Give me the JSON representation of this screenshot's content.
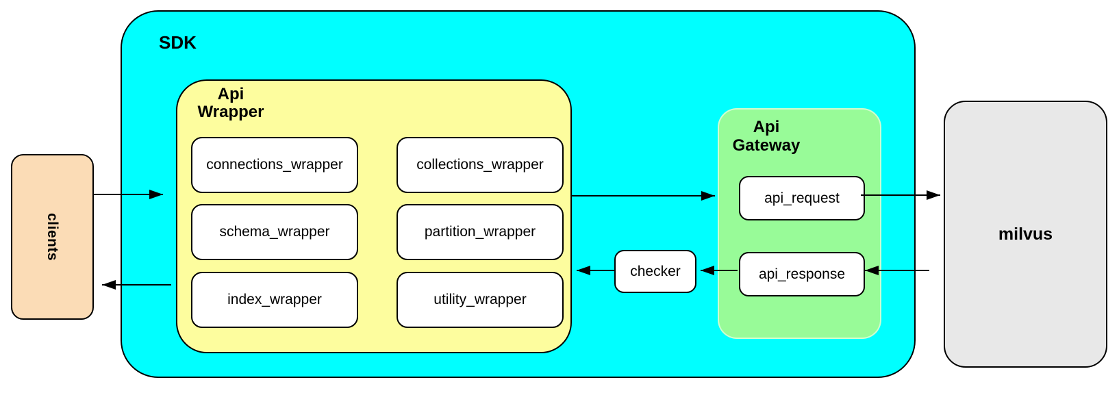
{
  "diagram": {
    "clients": {
      "label": "clients",
      "color": "#fbdcb6"
    },
    "sdk": {
      "label": "SDK",
      "color": "#00ffff",
      "api_wrapper": {
        "label_line1": "Api",
        "label_line2": "Wrapper",
        "color": "#fdfd9e",
        "boxes": [
          {
            "label": "connections_wrapper"
          },
          {
            "label": "collections_wrapper"
          },
          {
            "label": "schema_wrapper"
          },
          {
            "label": "partition_wrapper"
          },
          {
            "label": "index_wrapper"
          },
          {
            "label": "utility_wrapper"
          }
        ]
      },
      "checker": {
        "label": "checker"
      },
      "api_gateway": {
        "label_line1": "Api",
        "label_line2": "Gateway",
        "color": "#98fb98",
        "request": {
          "label": "api_request"
        },
        "response": {
          "label": "api_response"
        }
      }
    },
    "milvus": {
      "label": "milvus",
      "color": "#e8e8e8"
    },
    "edges": [
      {
        "from": "clients",
        "to": "api_wrapper"
      },
      {
        "from": "api_wrapper",
        "to": "api_gateway"
      },
      {
        "from": "api_request",
        "to": "milvus"
      },
      {
        "from": "milvus",
        "to": "api_response"
      },
      {
        "from": "api_response",
        "to": "checker"
      },
      {
        "from": "checker",
        "to": "api_wrapper"
      },
      {
        "from": "sdk",
        "to": "clients"
      }
    ]
  }
}
